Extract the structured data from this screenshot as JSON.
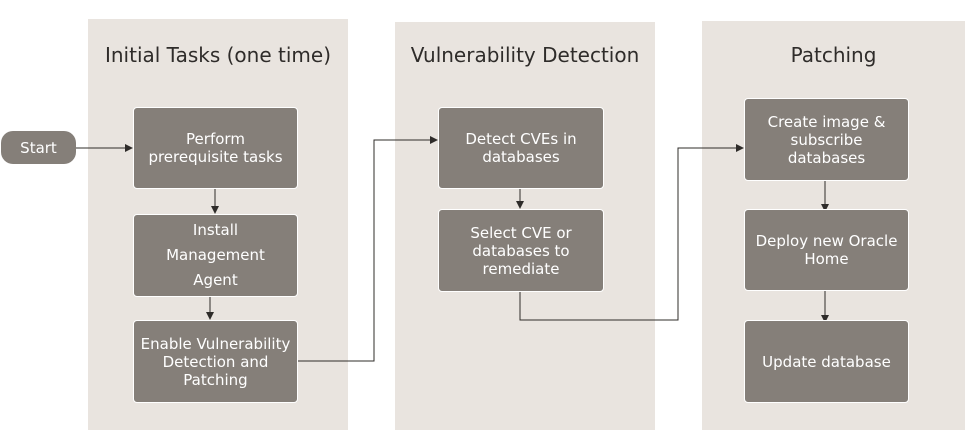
{
  "panels": {
    "initial": {
      "title": "Initial Tasks (one time)"
    },
    "detection": {
      "title": "Vulnerability Detection"
    },
    "patching": {
      "title": "Patching"
    }
  },
  "start": {
    "label": "Start"
  },
  "steps": {
    "prerequisites": "Perform prerequisite tasks",
    "install_line1": "Install",
    "install_line2": "Management",
    "install_line3": "Agent",
    "enable": "Enable Vulnerability Detection and Patching",
    "detect": "Detect CVEs in databases",
    "select": "Select CVE or databases to remediate",
    "create": "Create image  & subscribe databases",
    "deploy": "Deploy new Oracle Home",
    "update": "Update database"
  },
  "colors": {
    "panel": "#e9e4df",
    "box": "#857f79",
    "line": "#2f2c2a"
  }
}
